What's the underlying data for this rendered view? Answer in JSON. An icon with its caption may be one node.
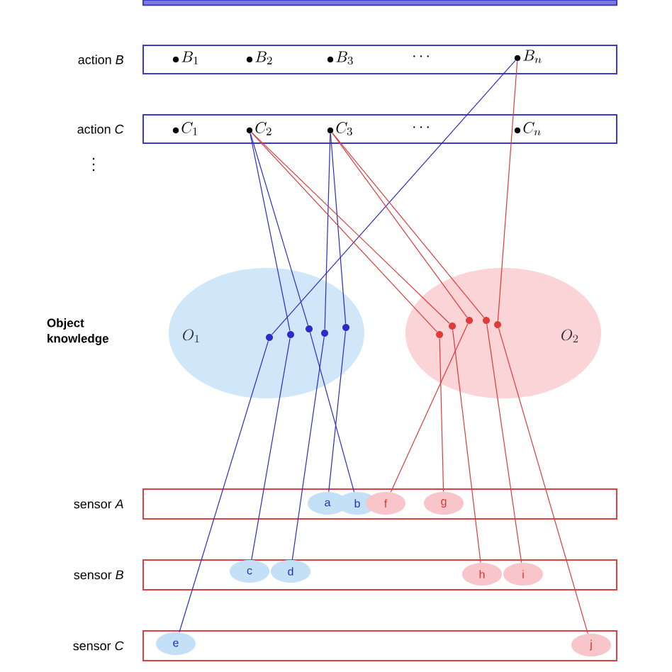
{
  "diagram": {
    "nodes": [
      {
        "text": [],
        "shape": "box"
      },
      {
        "text": [
          "action *B*"
        ]
      },
      {
        "text": [
          "B_1"
        ],
        "in": 1
      },
      {
        "text": [
          "B_2"
        ],
        "in": 1
      },
      {
        "text": [
          "B_3"
        ],
        "in": 1
      },
      {
        "text": [
          "B_n"
        ],
        "in": 1
      },
      {
        "text": [
          "action *C*"
        ]
      },
      {
        "text": [
          "C_1"
        ],
        "in": 6
      },
      {
        "text": [
          "C_2"
        ],
        "in": 6
      },
      {
        "text": [
          "C_3"
        ],
        "in": 6
      },
      {
        "text": [
          "C_n"
        ],
        "in": 6
      },
      {
        "text": [
          "O_1"
        ]
      },
      {
        "text": [],
        "shape": "circle",
        "in": 11
      },
      {
        "text": [],
        "shape": "circle",
        "in": 11
      },
      {
        "text": [],
        "shape": "circle",
        "in": 11
      },
      {
        "text": [],
        "shape": "circle",
        "in": 11
      },
      {
        "text": [],
        "shape": "circle",
        "in": 11
      },
      {
        "text": [
          "O_2"
        ]
      },
      {
        "text": [],
        "shape": "circle",
        "in": 17
      },
      {
        "text": [],
        "shape": "circle",
        "in": 17
      },
      {
        "text": [],
        "shape": "circle",
        "in": 17
      },
      {
        "text": [],
        "shape": "circle",
        "in": 17
      },
      {
        "text": [],
        "shape": "circle",
        "in": 17
      },
      {
        "text": [
          "sensor *A*"
        ]
      },
      {
        "text": [
          "a"
        ],
        "in": 23
      },
      {
        "text": [
          "b"
        ],
        "in": 23
      },
      {
        "text": [
          "f"
        ],
        "in": 23
      },
      {
        "text": [
          "g"
        ],
        "in": 23
      },
      {
        "text": [
          "sensor *B*"
        ]
      },
      {
        "text": [
          "c"
        ],
        "in": 28
      },
      {
        "text": [
          "d"
        ],
        "in": 28
      },
      {
        "text": [
          "h"
        ],
        "in": 28
      },
      {
        "text": [
          "i"
        ],
        "in": 28
      },
      {
        "text": [
          "sensor *C*"
        ]
      },
      {
        "text": [
          "e"
        ],
        "in": 33
      },
      {
        "text": [
          "j"
        ],
        "in": 33
      }
    ],
    "edges": [
      {
        "from": 5,
        "to": 12,
        "arrow": "none",
        "color": "#2b2bc8"
      },
      {
        "from": 12,
        "to": 34,
        "arrow": "none",
        "color": "#2b2bc8"
      },
      {
        "from": 8,
        "to": 13,
        "arrow": "none",
        "color": "#2b2bc8"
      },
      {
        "from": 13,
        "to": 29,
        "arrow": "none",
        "color": "#2b2bc8"
      },
      {
        "from": 8,
        "to": 14,
        "arrow": "none",
        "color": "#2b2bc8"
      },
      {
        "from": 14,
        "to": 25,
        "arrow": "none",
        "color": "#2b2bc8"
      },
      {
        "from": 9,
        "to": 15,
        "arrow": "none",
        "color": "#2b2bc8"
      },
      {
        "from": 15,
        "to": 30,
        "arrow": "none",
        "color": "#2b2bc8"
      },
      {
        "from": 9,
        "to": 16,
        "arrow": "none",
        "color": "#2b2bc8"
      },
      {
        "from": 16,
        "to": 24,
        "arrow": "none",
        "color": "#2b2bc8"
      },
      {
        "from": 8,
        "to": 18,
        "arrow": "none",
        "color": "#e03a3a"
      },
      {
        "from": 18,
        "to": 27,
        "arrow": "none",
        "color": "#e03a3a"
      },
      {
        "from": 8,
        "to": 19,
        "arrow": "none",
        "color": "#e03a3a"
      },
      {
        "from": 19,
        "to": 31,
        "arrow": "none",
        "color": "#e03a3a"
      },
      {
        "from": 9,
        "to": 20,
        "arrow": "none",
        "color": "#e03a3a"
      },
      {
        "from": 20,
        "to": 26,
        "arrow": "none",
        "color": "#e03a3a"
      },
      {
        "from": 9,
        "to": 21,
        "arrow": "none",
        "color": "#e03a3a"
      },
      {
        "from": 21,
        "to": 32,
        "arrow": "none",
        "color": "#e03a3a"
      },
      {
        "from": 5,
        "to": 22,
        "arrow": "none",
        "color": "#e03a3a"
      },
      {
        "from": 22,
        "to": 35,
        "arrow": "none",
        "color": "#e03a3a"
      }
    ],
    "labels": [
      "\\cdots",
      "\\cdots",
      "\\vdots",
      "Object knowledge"
    ]
  }
}
